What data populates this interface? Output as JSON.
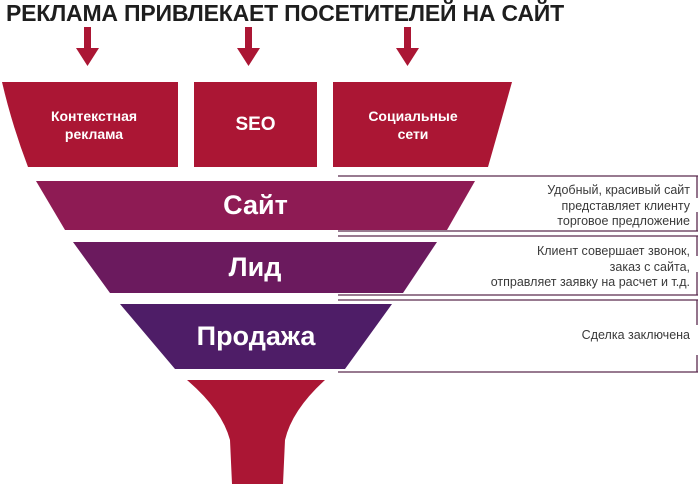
{
  "header": {
    "title": "РЕКЛАМА ПРИВЛЕКАЕТ ПОСЕТИТЕЛЕЙ НА САЙТ"
  },
  "sources": [
    {
      "label_line1": "Контекстная",
      "label_line2": "реклама"
    },
    {
      "label": "SEO"
    },
    {
      "label_line1": "Социальные",
      "label_line2": "сети"
    }
  ],
  "stages": [
    {
      "label": "Сайт",
      "color": "#8e1b54",
      "description": [
        "Удобный, красивый сайт",
        "представляет клиенту",
        "торговое предложение"
      ]
    },
    {
      "label": "Лид",
      "color": "#6b1a5e",
      "description": [
        "Клиент совершает звонок,",
        "заказ с сайта,",
        "отправляет заявку на расчет и т.д."
      ]
    },
    {
      "label": "Продажа",
      "color": "#4e1d67",
      "description": [
        "Сделка заключена"
      ]
    }
  ],
  "colors": {
    "accent_red": "#ab1634",
    "bracket_line": "#5a2a4e",
    "title_text": "#1e1e1e"
  },
  "icons": [
    "arrow-down-icon",
    "arrow-down-icon",
    "arrow-down-icon"
  ]
}
